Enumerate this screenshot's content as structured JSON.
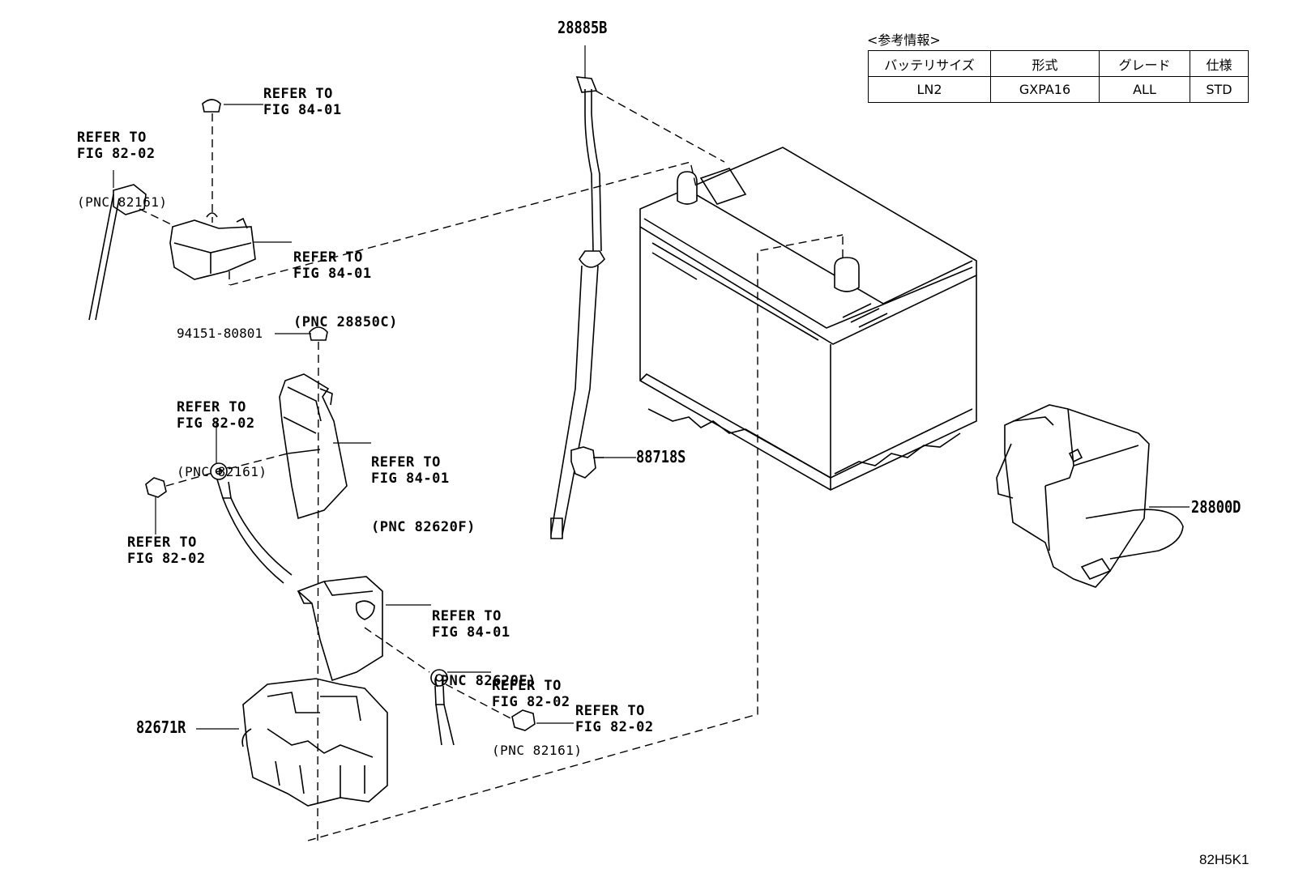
{
  "info": {
    "caption": "<参考情報>",
    "headers": [
      "バッテリサイズ",
      "形式",
      "グレード",
      "仕様"
    ],
    "row": [
      "LN2",
      "GXPA16",
      "ALL",
      "STD"
    ]
  },
  "labels": {
    "part_28885B": "28885B",
    "ref_84_01_top": "REFER TO\nFIG 84-01",
    "ref_82_02_topleft": "REFER TO\nFIG 82-02",
    "pnc_82161_topleft": "(PNC 82161)",
    "ref_84_01_28850C": "REFER TO\nFIG 84-01",
    "pnc_28850C": "(PNC 28850C)",
    "part_94151": "94151-80801",
    "ref_82_02_mid": "REFER TO\nFIG 82-02",
    "pnc_82161_mid": "(PNC 82161)",
    "ref_84_01_82620F": "REFER TO\nFIG 84-01",
    "pnc_82620F": "(PNC 82620F)",
    "ref_82_02_nut": "REFER TO\nFIG 82-02",
    "part_88718S": "88718S",
    "part_28800D": "28800D",
    "ref_84_01_82620E": "REFER TO\nFIG 84-01",
    "pnc_82620E": "(PNC 82620E)",
    "ref_82_02_lower": "REFER TO\nFIG 82-02",
    "pnc_82161_lower": "(PNC 82161)",
    "ref_82_02_nut2": "REFER TO\nFIG 82-02",
    "part_82671R": "82671R",
    "diagram_id": "82H5K1"
  }
}
